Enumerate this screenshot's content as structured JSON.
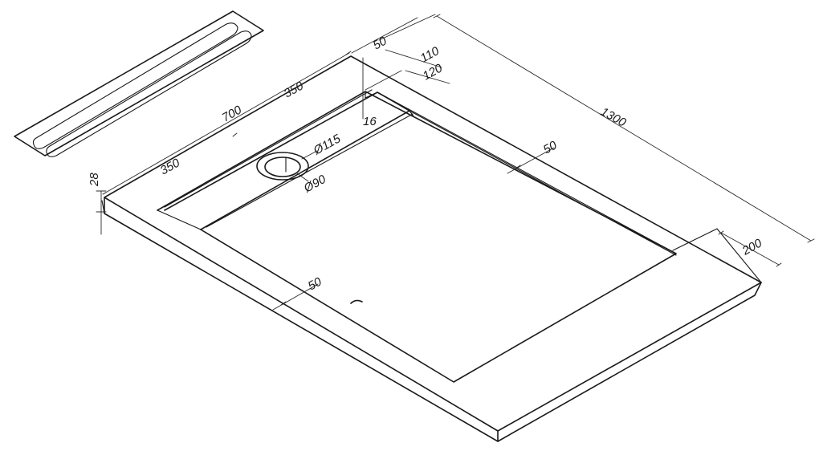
{
  "dimensions": {
    "overall_length": "1300",
    "width": "700",
    "half_width_left": "350",
    "half_width_right": "350",
    "height": "28",
    "offset_50_top": "50",
    "offset_110": "110",
    "offset_120": "120",
    "drain_depth": "16",
    "drain_outer_diameter": "Ø115",
    "drain_inner_diameter": "Ø90",
    "border_50_right": "50",
    "border_50_front": "50",
    "end_section": "200"
  }
}
